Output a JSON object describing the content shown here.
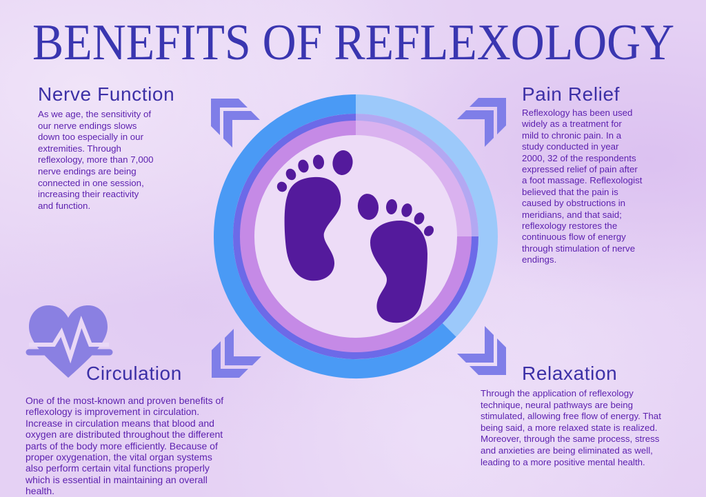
{
  "title": "BENEFITS OF REFLEXOLOGY",
  "sections": {
    "nerve_function": {
      "heading": "Nerve Function",
      "body": "As we age, the sensitivity of\nour nerve endings slows\ndown too especially in our\nextremities. Through\nreflexology, more than 7,000\nnerve endings are being\nconnected in one session,\nincreasing their reactivity\nand function."
    },
    "pain_relief": {
      "heading": "Pain Relief",
      "body": "Reflexology has been used\nwidely as a treatment for\nmild to chronic pain. In a\nstudy conducted in year\n2000, 32 of the respondents\nexpressed relief of pain after\na foot massage. Reflexologist\nbelieved that the pain is\ncaused by obstructions in\nmeridians, and that said;\nreflexology restores the\ncontinuous flow of energy\nthrough stimulation of nerve\nendings."
    },
    "circulation": {
      "heading": "Circulation",
      "body": "One of the most-known and proven benefits of\nreflexology is improvement in circulation.\nIncrease in circulation means that blood and\noxygen are distributed throughout the different\nparts of the body more efficiently. Because of\nproper oxygenation, the vital organ systems\nalso perform certain vital functions properly\nwhich is essential in maintaining an overall\nhealth."
    },
    "relaxation": {
      "heading": "Relaxation",
      "body": "Through the application of reflexology\ntechnique, neural pathways are being\nstimulated, allowing free flow of energy. That\nbeing said, a more relaxed state is realized.\nMoreover, through the same process, stress\nand anxieties are being eliminated as well,\nleading to a more positive mental health."
    }
  },
  "icons": {
    "center": "footprints-icon",
    "circulation": "heartbeat-icon",
    "chevrons": [
      "chevron-up-left-icon",
      "chevron-up-right-icon",
      "chevron-down-left-icon",
      "chevron-down-right-icon"
    ]
  },
  "colors": {
    "bg": "#e5d1f4",
    "title": "#3a36b0",
    "heading": "#3c30a6",
    "body": "#5b1fae",
    "ring_blue": "#4a9af5",
    "ring_light_blue": "#9cc9fa",
    "ring_band": "#6c6ae8",
    "ring_band_light": "#b3a8f2",
    "ring_purple": "#c58ae6",
    "ring_purple_light": "#dab2ef",
    "inner_disc": "#eddcf7",
    "footprint": "#541a9c",
    "chevron": "#7f7ee8",
    "heart": "#8a80e2",
    "pulse": "#e9d8f6"
  }
}
